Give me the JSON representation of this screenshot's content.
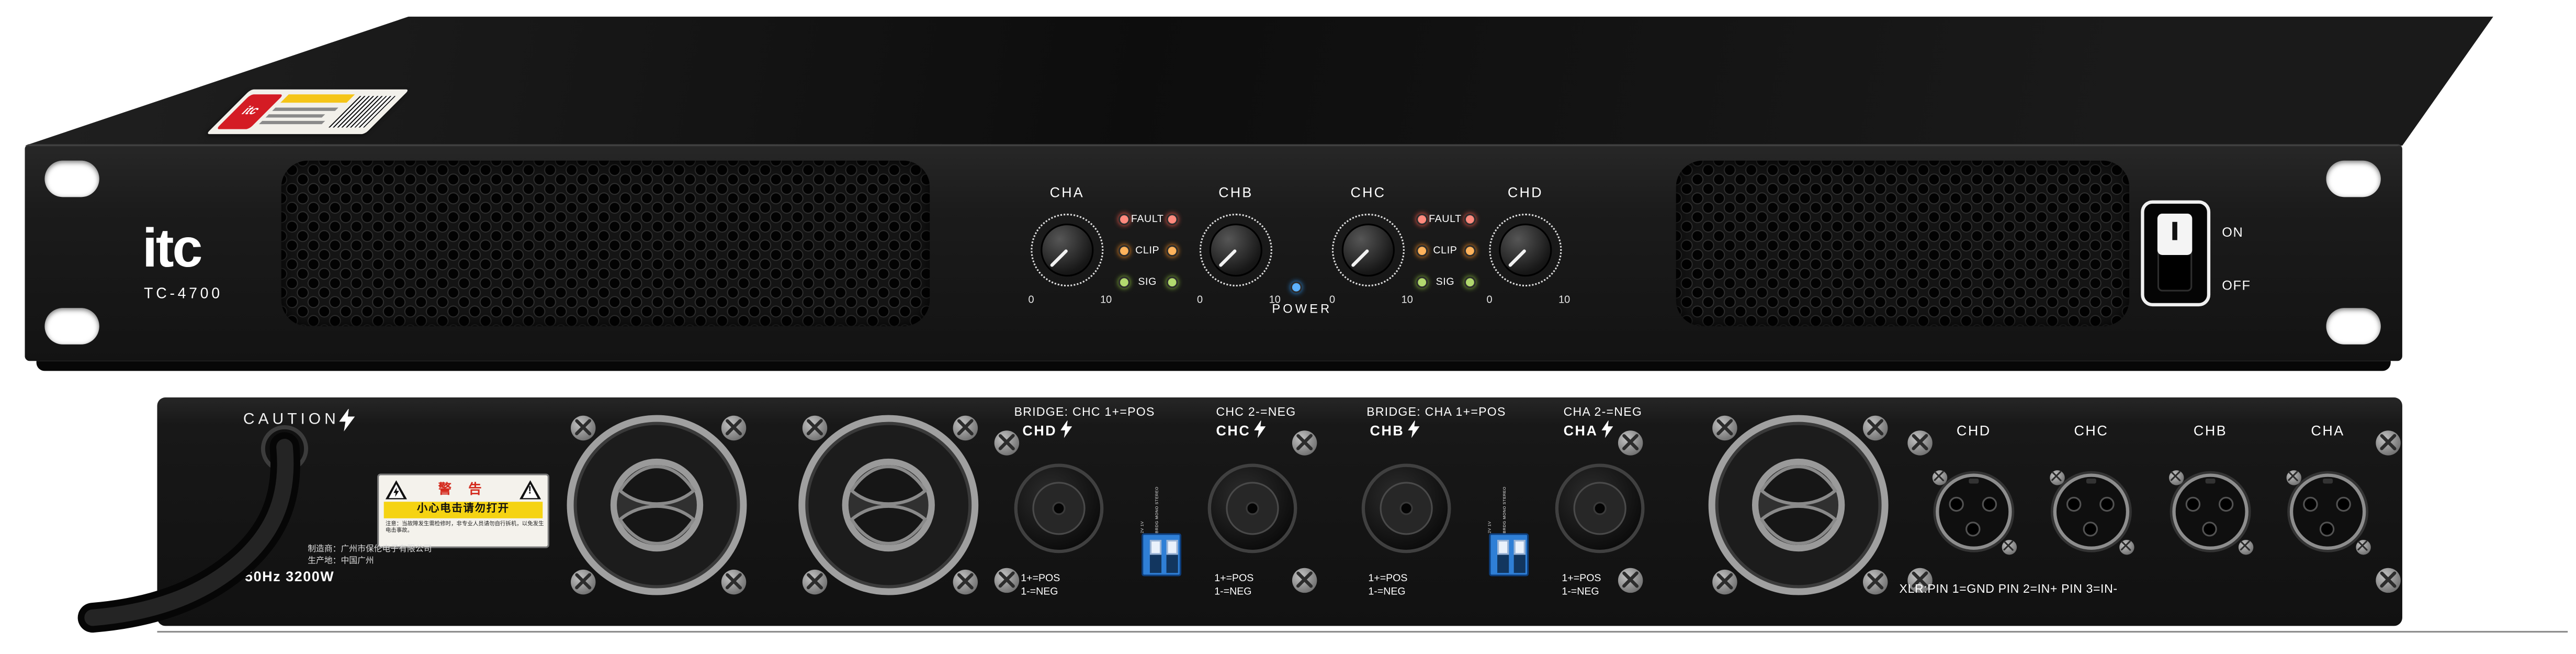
{
  "brand": {
    "logo": "itc",
    "model": "TC-4700"
  },
  "front": {
    "channels": [
      {
        "label": "CHA",
        "min": "0",
        "max": "10"
      },
      {
        "label": "CHB",
        "min": "0",
        "max": "10"
      },
      {
        "label": "CHC",
        "min": "0",
        "max": "10"
      },
      {
        "label": "CHD",
        "min": "0",
        "max": "10"
      }
    ],
    "led_labels": [
      "FAULT",
      "CLIP",
      "SIG"
    ],
    "power_label": "POWER",
    "switch": {
      "on_label": "ON",
      "off_label": "OFF"
    }
  },
  "rear": {
    "caution_label": "CAUTION",
    "warning": {
      "title": "警 告",
      "strip": "小心电击请勿打开",
      "note": "注意：当故障发生需检修时，非专业人员请勿自行拆机，以免发生电击事故。"
    },
    "speaker_groups": [
      {
        "bridge_left": "BRIDGE: CHC 1+=POS",
        "bridge_right": "CHC 2-=NEG",
        "connectors": [
          {
            "label": "CHD",
            "pos": "1+=POS",
            "neg": "1-=NEG"
          },
          {
            "label": "CHC",
            "pos": "1+=POS",
            "neg": "1-=NEG"
          }
        ],
        "dip": {
          "sensitivity": "2V 1V",
          "mode": "BRDG MONO STEREO"
        }
      },
      {
        "bridge_left": "BRIDGE: CHA 1+=POS",
        "bridge_right": "CHA 2-=NEG",
        "connectors": [
          {
            "label": "CHB",
            "pos": "1+=POS",
            "neg": "1-=NEG"
          },
          {
            "label": "CHA",
            "pos": "1+=POS",
            "neg": "1-=NEG"
          }
        ],
        "dip": {
          "sensitivity": "2V 1V",
          "mode": "BRDG MONO STEREO"
        }
      }
    ],
    "xlr": {
      "labels": [
        "CHD",
        "CHC",
        "CHB",
        "CHA"
      ],
      "note": "XLR:PIN 1=GND PIN 2=IN+ PIN 3=IN-"
    },
    "power_rating": "50Hz 3200W",
    "manufacturer": [
      "制造商：广州市保伦电子有限公司",
      "生产地：中国广州"
    ]
  },
  "colors": {
    "chassis": "#1a1a1a",
    "led_fault": "#ff8a7e",
    "led_clip": "#ffb35c",
    "led_signal": "#b2d96e",
    "led_power": "#5db2ff",
    "dip_switch_blue": "#2f7fd6",
    "warning_yellow": "#f5d312",
    "warning_red": "#d42b1e"
  }
}
